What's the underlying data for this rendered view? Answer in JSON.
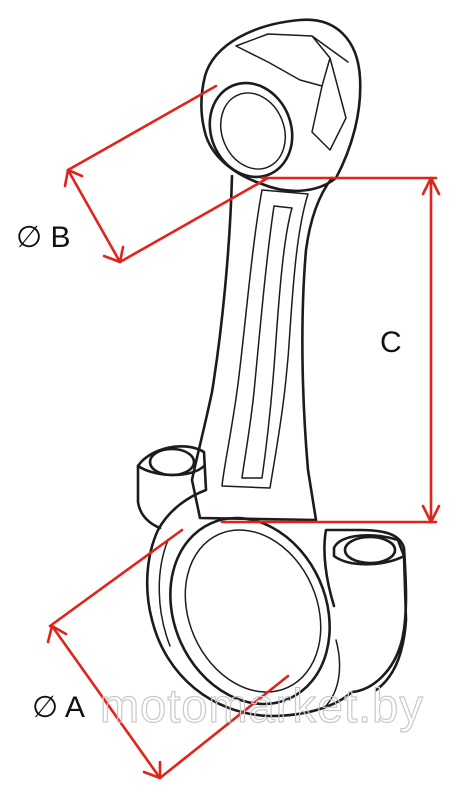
{
  "dimension_labels": {
    "small_end_diameter": "∅ B",
    "center_distance": "C",
    "big_end_diameter": "∅ A"
  },
  "watermark": "motomarket.by",
  "colors": {
    "dimension_lines": "#e0241b",
    "outline": "#1c1c1c",
    "watermark": "#c9c9c9"
  }
}
